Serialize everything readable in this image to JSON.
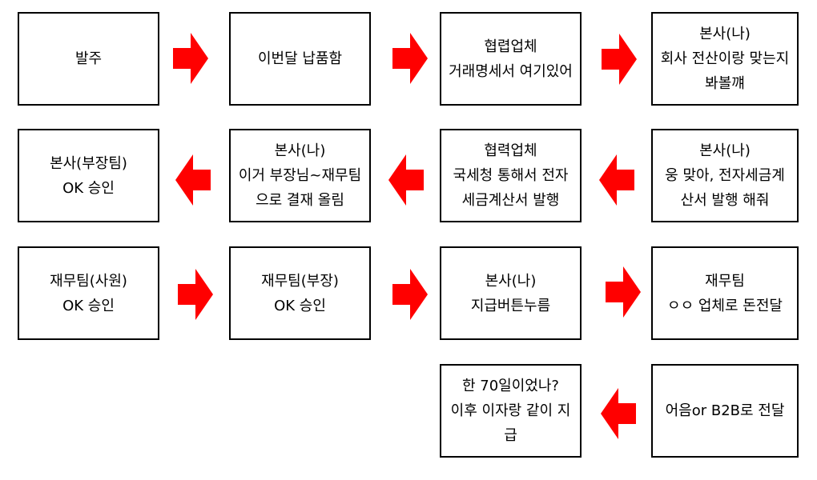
{
  "colors": {
    "arrow": "#ff0000",
    "box_border": "#000000"
  },
  "boxes": [
    {
      "text": "발주"
    },
    {
      "text": "이번달 납품함"
    },
    {
      "text": "협렵업체\n거래명세서 여기있어"
    },
    {
      "text": "본사(나)\n회사 전산이랑 맞는지\n봐볼꺠"
    },
    {
      "text": "본사(부장팀)\nOK 승인"
    },
    {
      "text": "본사(나)\n이거 부장님~재무팀\n으로 결재 올림"
    },
    {
      "text": "협력업체\n국세청 통해서 전자\n세금계산서 발행"
    },
    {
      "text": "본사(나)\n웅 맞아, 전자세금계\n산서 발행 해줘"
    },
    {
      "text": "재무팀(사원)\nOK 승인"
    },
    {
      "text": "재무팀(부장)\nOK 승인"
    },
    {
      "text": "본사(나)\n지급버튼누름"
    },
    {
      "text": "재무팀\nㅇㅇ 업체로 돈전달"
    },
    {
      "text": "한 70일이었나?\n이후 이자랑 같이 지\n급"
    },
    {
      "text": "어음or B2B로 전달"
    }
  ],
  "arrows": [
    {
      "direction": "right"
    },
    {
      "direction": "right"
    },
    {
      "direction": "right"
    },
    {
      "direction": "left"
    },
    {
      "direction": "left"
    },
    {
      "direction": "left"
    },
    {
      "direction": "right"
    },
    {
      "direction": "right"
    },
    {
      "direction": "right"
    },
    {
      "direction": "left"
    }
  ]
}
